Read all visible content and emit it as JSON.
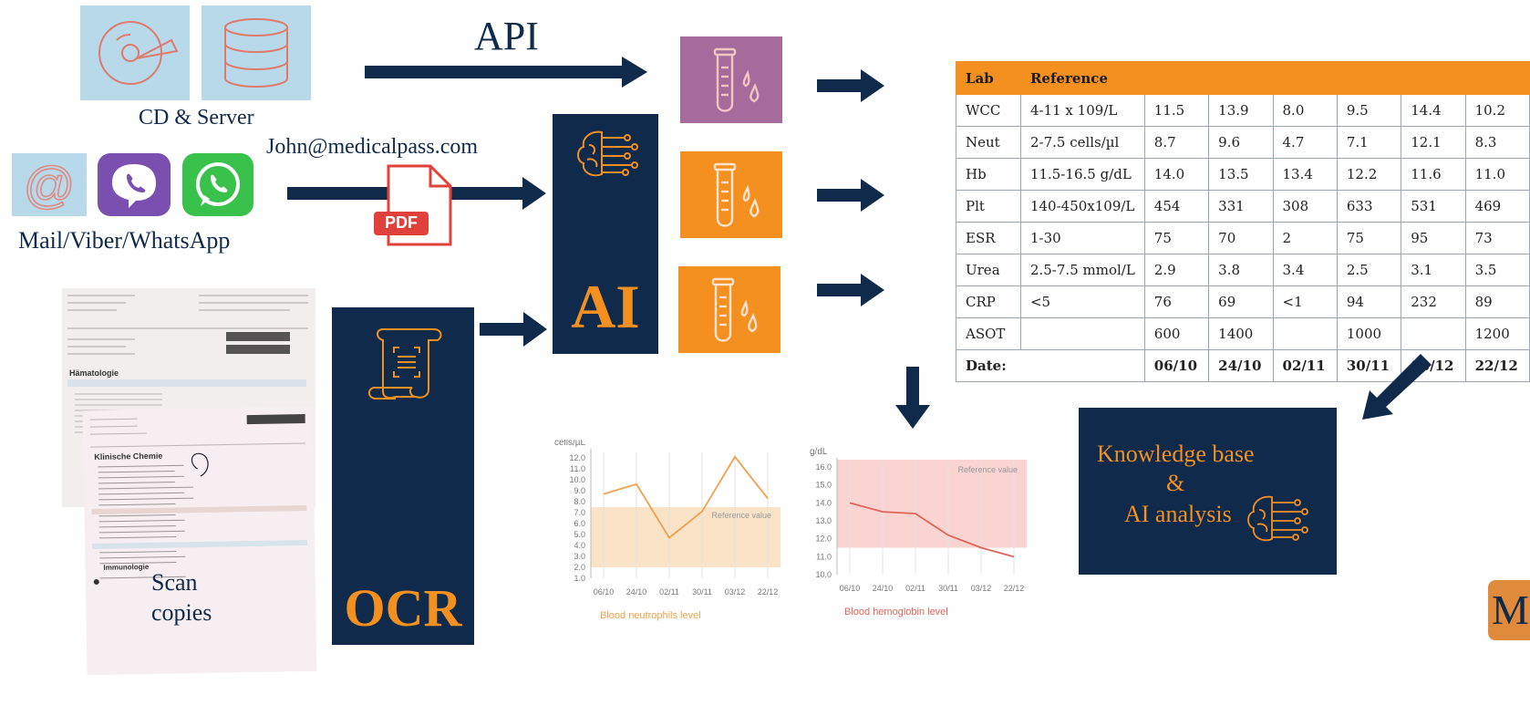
{
  "sources": {
    "api_label": "API",
    "cd_label": "CD & Server",
    "email_text": "John@medicalpass.com",
    "pdf_badge": "PDF",
    "mail_label": "Mail/Viber/WhatsApp",
    "scan_label_line1": "Scan",
    "scan_label_line2": "copies"
  },
  "processing": {
    "ai_label": "AI",
    "ocr_label": "OCR"
  },
  "table": {
    "header_lab": "Lab",
    "header_reference": "Reference",
    "rows": [
      {
        "lab": "WCC",
        "ref": "4-11 x 109/L",
        "vals": [
          "11.5",
          "13.9",
          "8.0",
          "9.5",
          "14.4",
          "10.2"
        ]
      },
      {
        "lab": "Neut",
        "ref": "2-7.5 cells/µl",
        "vals": [
          "8.7",
          "9.6",
          "4.7",
          "7.1",
          "12.1",
          "8.3"
        ]
      },
      {
        "lab": "Hb",
        "ref": "11.5-16.5 g/dL",
        "vals": [
          "14.0",
          "13.5",
          "13.4",
          "12.2",
          "11.6",
          "11.0"
        ]
      },
      {
        "lab": "Plt",
        "ref": "140-450x109/L",
        "vals": [
          "454",
          "331",
          "308",
          "633",
          "531",
          "469"
        ]
      },
      {
        "lab": "ESR",
        "ref": "1-30",
        "vals": [
          "75",
          "70",
          "2",
          "75",
          "95",
          "73"
        ]
      },
      {
        "lab": "Urea",
        "ref": "2.5-7.5 mmol/L",
        "vals": [
          "2.9",
          "3.8",
          "3.4",
          "2.5",
          "3.1",
          "3.5"
        ]
      },
      {
        "lab": "CRP",
        "ref": "<5",
        "vals": [
          "76",
          "69",
          "<1",
          "94",
          "232",
          "89"
        ]
      },
      {
        "lab": "ASOT",
        "ref": "",
        "vals": [
          "600",
          "1400",
          "",
          "1000",
          "",
          "1200"
        ]
      }
    ],
    "date_label": "Date:",
    "dates": [
      "06/10",
      "24/10",
      "02/11",
      "30/11",
      "03/12",
      "22/12"
    ]
  },
  "knowledge": {
    "line1": "Knowledge base",
    "line2": "&",
    "line3": "AI analysis"
  },
  "logo_text": "MP",
  "scan_doc": {
    "heading1": "Hämatologie",
    "heading2": "Klinische Chemie",
    "heading3": "Immunologie"
  },
  "chart_data": [
    {
      "type": "line",
      "x": [
        "06/10",
        "24/10",
        "02/11",
        "30/11",
        "03/12",
        "22/12"
      ],
      "series": [
        {
          "values": [
            8.7,
            9.6,
            4.7,
            7.1,
            12.1,
            8.3
          ]
        }
      ],
      "ylabel": "cells/µL",
      "xlabel": "Blood neutrophils level",
      "ylim": [
        1.0,
        12.0
      ],
      "yticks": [
        "12.0",
        "11.0",
        "10.0",
        "9.0",
        "8.0",
        "7.0",
        "6.0",
        "5.0",
        "4.0",
        "3.0",
        "2.0",
        "1.0"
      ],
      "reference_band": [
        2.0,
        7.5
      ],
      "reference_label": "Reference value",
      "color": "#f0a04b",
      "band_color": "#fbe3c8"
    },
    {
      "type": "line",
      "x": [
        "06/10",
        "24/10",
        "02/11",
        "30/11",
        "03/12",
        "22/12"
      ],
      "series": [
        {
          "values": [
            14.0,
            13.5,
            13.4,
            12.2,
            11.5,
            11.0
          ]
        }
      ],
      "ylabel": "g/dL",
      "xlabel": "Blood hemoglobin level",
      "ylim": [
        10.0,
        16.0
      ],
      "yticks": [
        "16.0",
        "15.0",
        "14.0",
        "13.0",
        "12.0",
        "11.0",
        "10.0"
      ],
      "reference_band": [
        11.5,
        16.5
      ],
      "reference_label": "Reference value",
      "color": "#e0645a",
      "band_color": "#f9d4d1"
    }
  ]
}
